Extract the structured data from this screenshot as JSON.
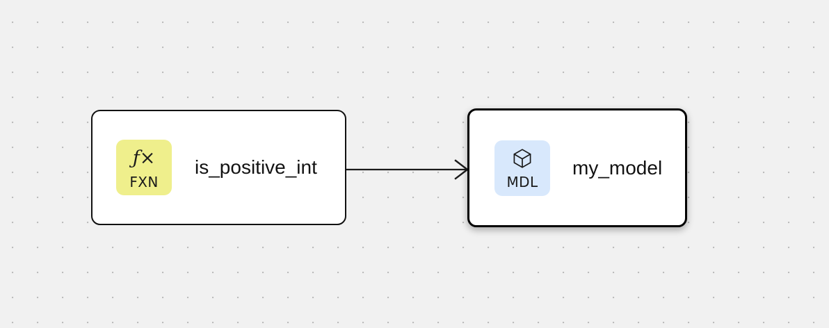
{
  "canvas": {
    "background_color": "#f1f1f1",
    "dot_color": "#bcbcbc",
    "grid_spacing": 36
  },
  "nodes": [
    {
      "id": "is_positive_int",
      "label": "is_positive_int",
      "badge": {
        "code": "FXN",
        "icon": "function-fx-icon",
        "glyph": "ƒ",
        "glyph_suffix": "×",
        "background_color": "#efef8c"
      },
      "selected": false,
      "border_color": "#111111"
    },
    {
      "id": "my_model",
      "label": "my_model",
      "badge": {
        "code": "MDL",
        "icon": "cube-icon",
        "background_color": "#d8e8fc"
      },
      "selected": true,
      "border_color": "#000000"
    }
  ],
  "edges": [
    {
      "id": "edge-fxn-to-mdl",
      "from": "is_positive_int",
      "to": "my_model",
      "color": "#1a1a1a",
      "arrow": "open-arrowhead"
    }
  ]
}
